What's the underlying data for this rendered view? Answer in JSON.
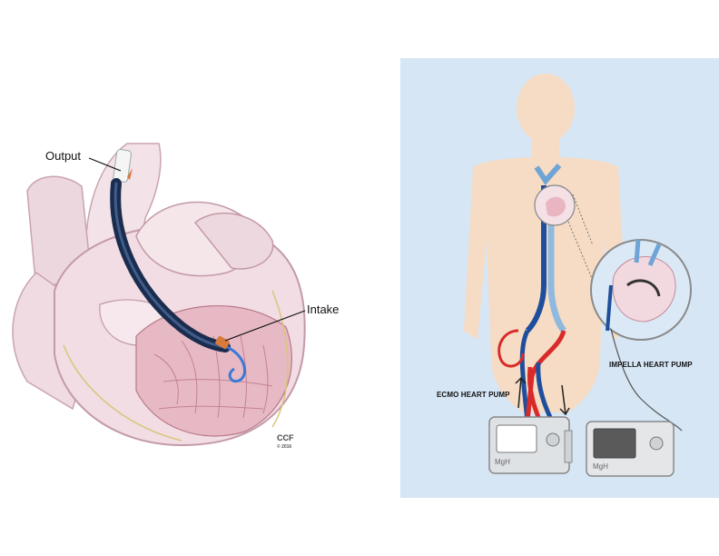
{
  "left": {
    "output_label": "Output",
    "intake_label": "Intake",
    "credit": "CCF",
    "credit_year": "© 2016"
  },
  "right": {
    "impella_label": "IMPELLA HEART PUMP",
    "ecmo_label": "ECMO HEART PUMP",
    "device_logo_1": "MgH",
    "device_logo_2": "MgH"
  },
  "colors": {
    "panel_bg": "#d6e6f5",
    "heart": "#f1dde3",
    "artery_red": "#d92a2a",
    "vein_blue": "#1f4e9c",
    "catheter": "#1b2d4f"
  }
}
